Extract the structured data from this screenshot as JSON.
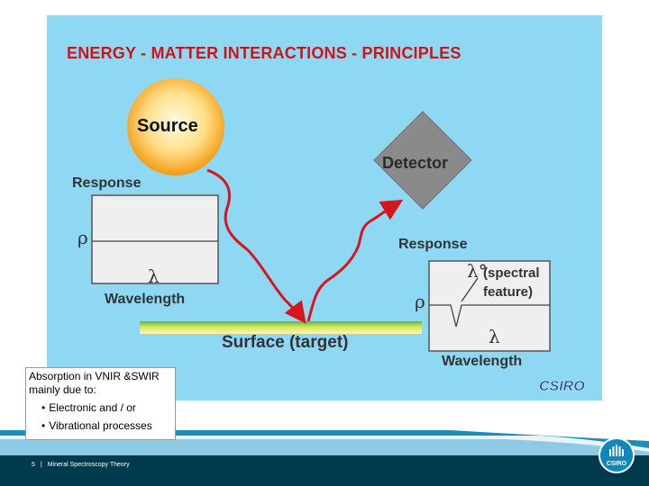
{
  "diagram": {
    "title": "ENERGY - MATTER INTERACTIONS - PRINCIPLES",
    "source_label": "Source",
    "detector_label": "Detector",
    "left_panel": {
      "response_label": "Response",
      "rho": "ρ",
      "lambda": "λ",
      "wavelength_label": "Wavelength"
    },
    "right_panel": {
      "response_label": "Response",
      "lambda_zero": "λ°",
      "spectral_feature_label": "(spectral feature)",
      "rho": "ρ",
      "lambda": "λ",
      "wavelength_label": "Wavelength"
    },
    "surface_label": "Surface (target)",
    "csiro_wordmark": "CSIRO",
    "colors": {
      "background": "#8fd8f4",
      "title": "#cc1616",
      "ray": "#d8141c",
      "detector": "#8a8a8a",
      "source_glow": "#f4a020"
    }
  },
  "absorption_box": {
    "heading": "Absorption in VNIR &SWIR mainly due to:",
    "bullets": [
      {
        "marker": "•",
        "text": "Electronic and / or"
      },
      {
        "marker": "•",
        "text": "Vibrational processes"
      }
    ]
  },
  "footer": {
    "page_number": "5",
    "separator": "|",
    "title": "Mineral Spectroscopy Theory",
    "logo_text": "CSIRO",
    "colors": {
      "band": "#003a4d",
      "accent": "#1a8db8"
    }
  }
}
